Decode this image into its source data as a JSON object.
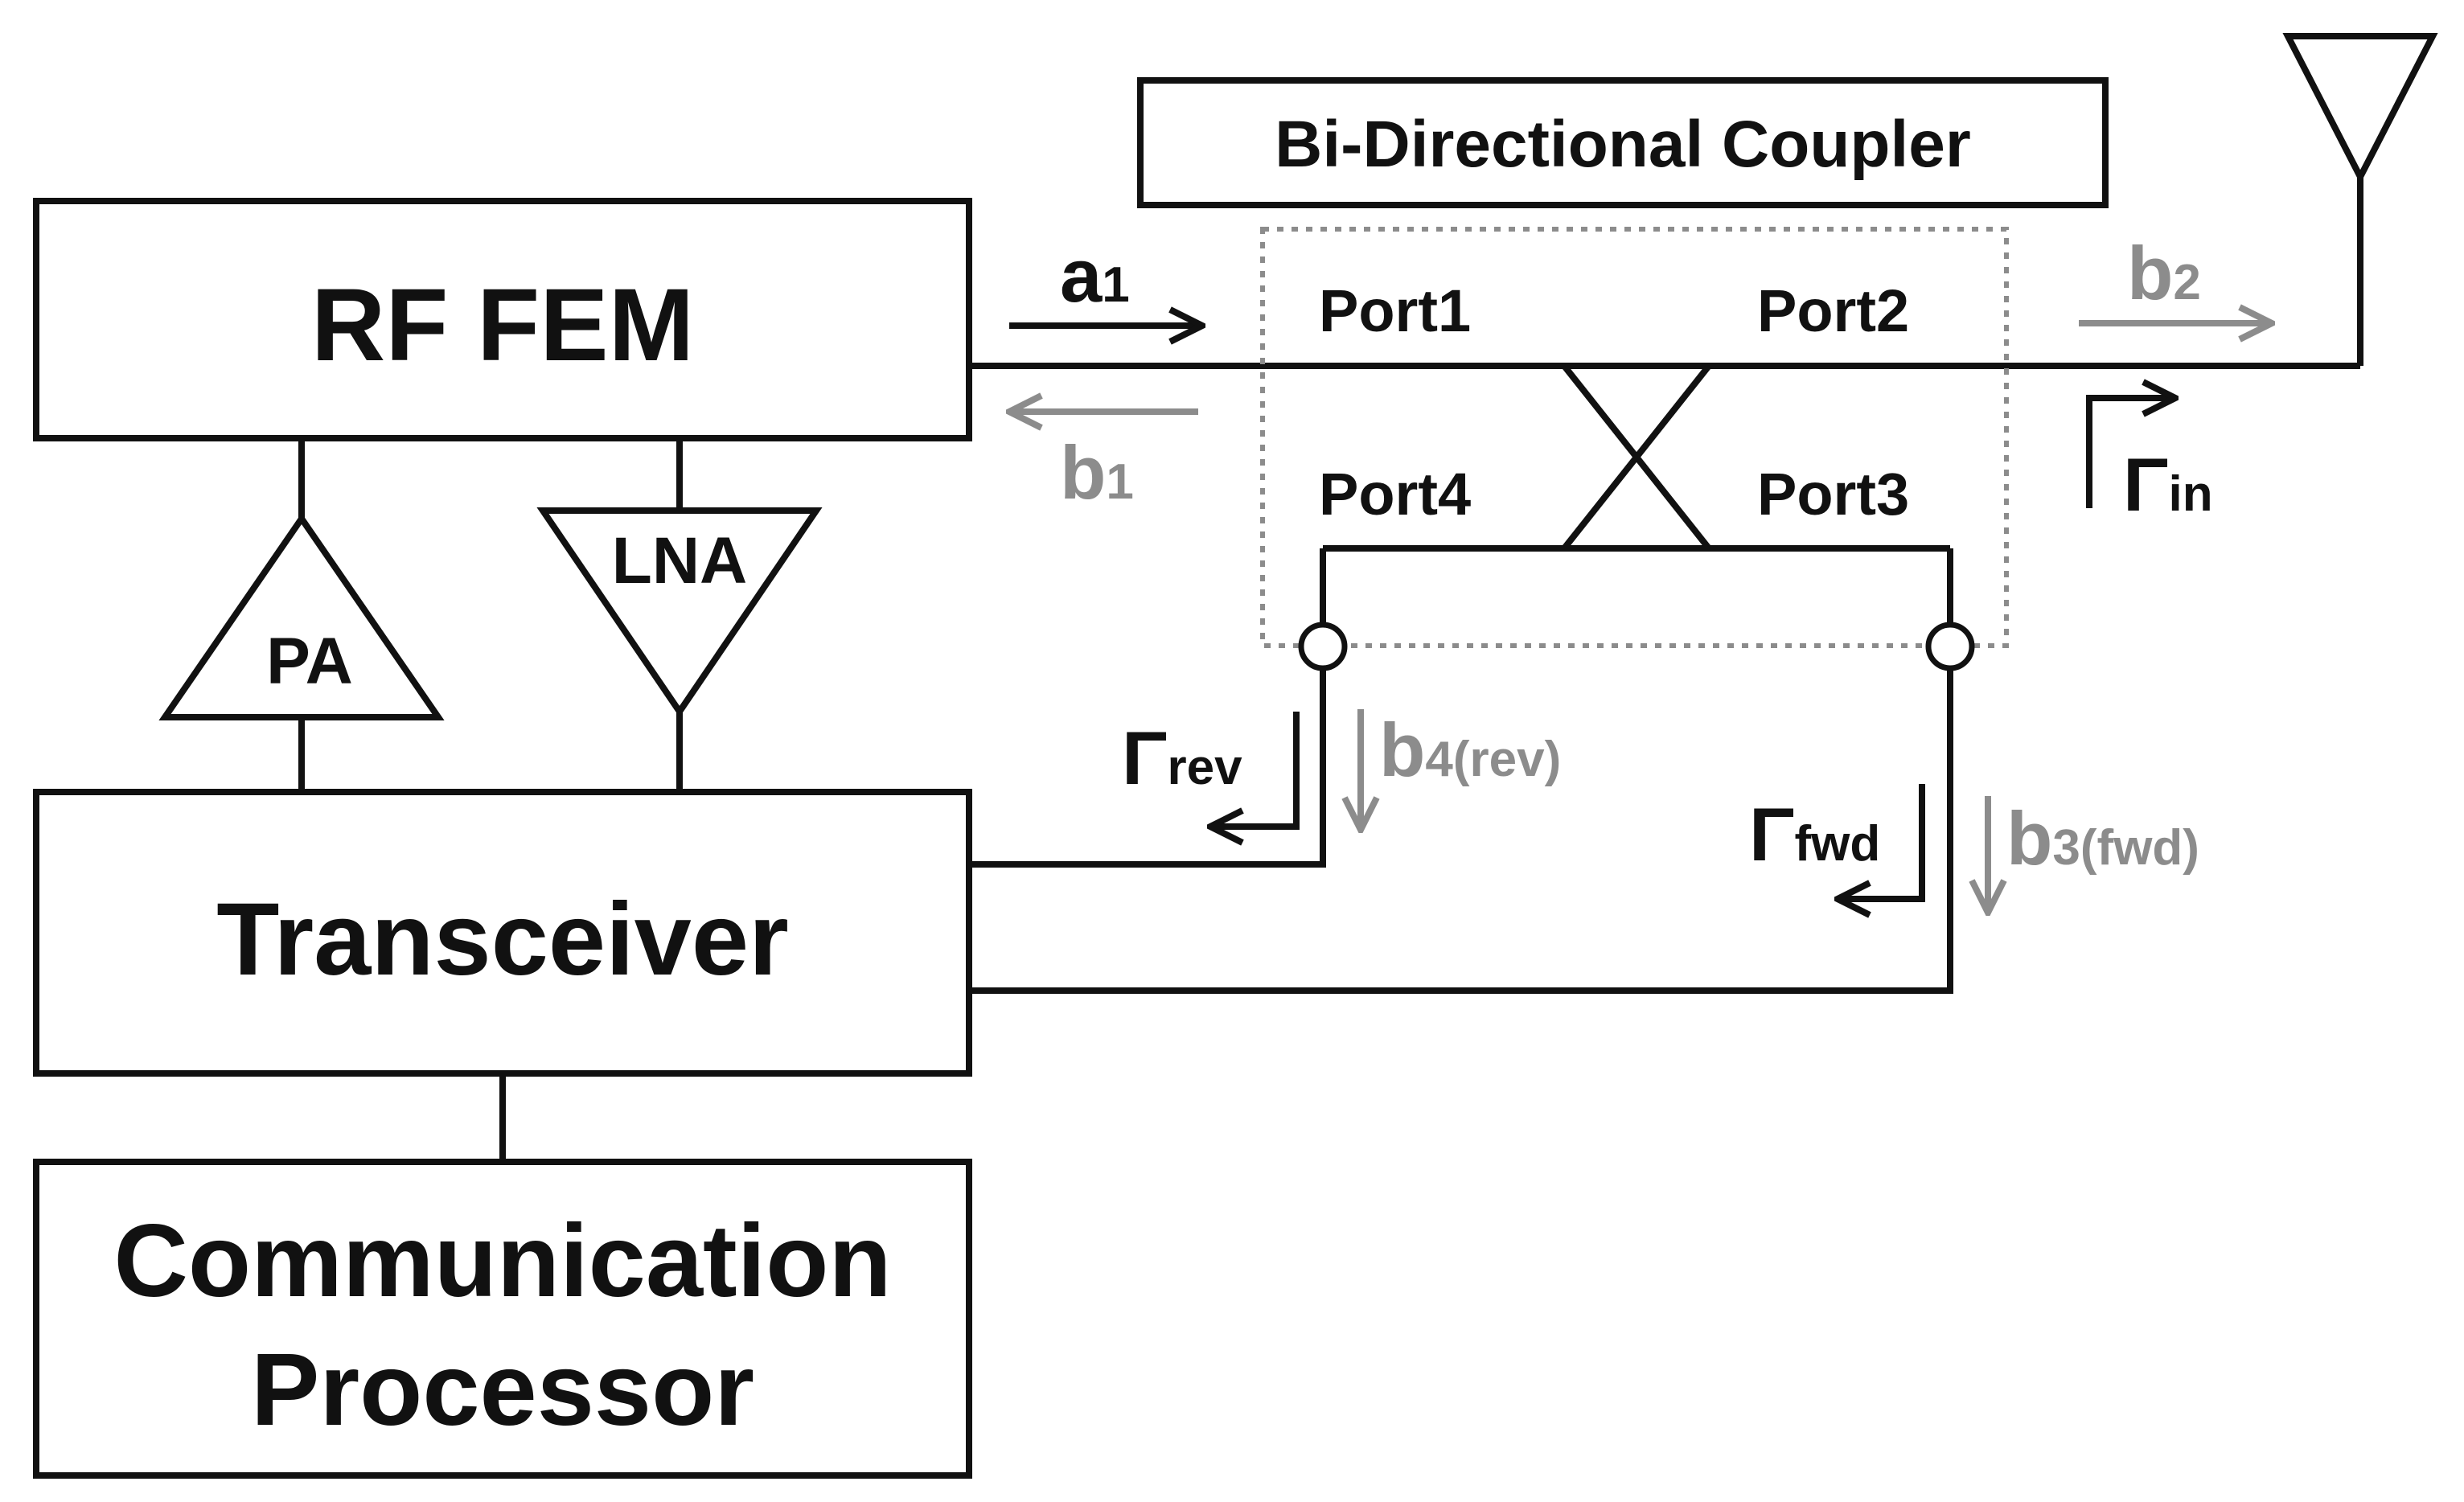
{
  "blocks": {
    "rf_fem": "RF FEM",
    "transceiver": "Transceiver",
    "cp_line1": "Communication",
    "cp_line2": "Processor",
    "pa": "PA",
    "lna": "LNA",
    "coupler": "Bi-Directional Coupler"
  },
  "ports": {
    "port1": "Port1",
    "port2": "Port2",
    "port3": "Port3",
    "port4": "Port4"
  },
  "signals": {
    "a1": {
      "sym": "a",
      "sub": "1"
    },
    "b1": {
      "sym": "b",
      "sub": "1"
    },
    "b2": {
      "sym": "b",
      "sub": "2"
    },
    "b3": {
      "sym": "b",
      "sub": "3(fwd)"
    },
    "b4": {
      "sym": "b",
      "sub": "4(rev)"
    },
    "gamma_in": {
      "sym": "Γ",
      "sub": "in"
    },
    "gamma_rev": {
      "sym": "Γ",
      "sub": "rev"
    },
    "gamma_fwd": {
      "sym": "Γ",
      "sub": "fwd"
    }
  },
  "colors": {
    "line": "#111111",
    "reflected_signal": "#8c8c8c"
  }
}
